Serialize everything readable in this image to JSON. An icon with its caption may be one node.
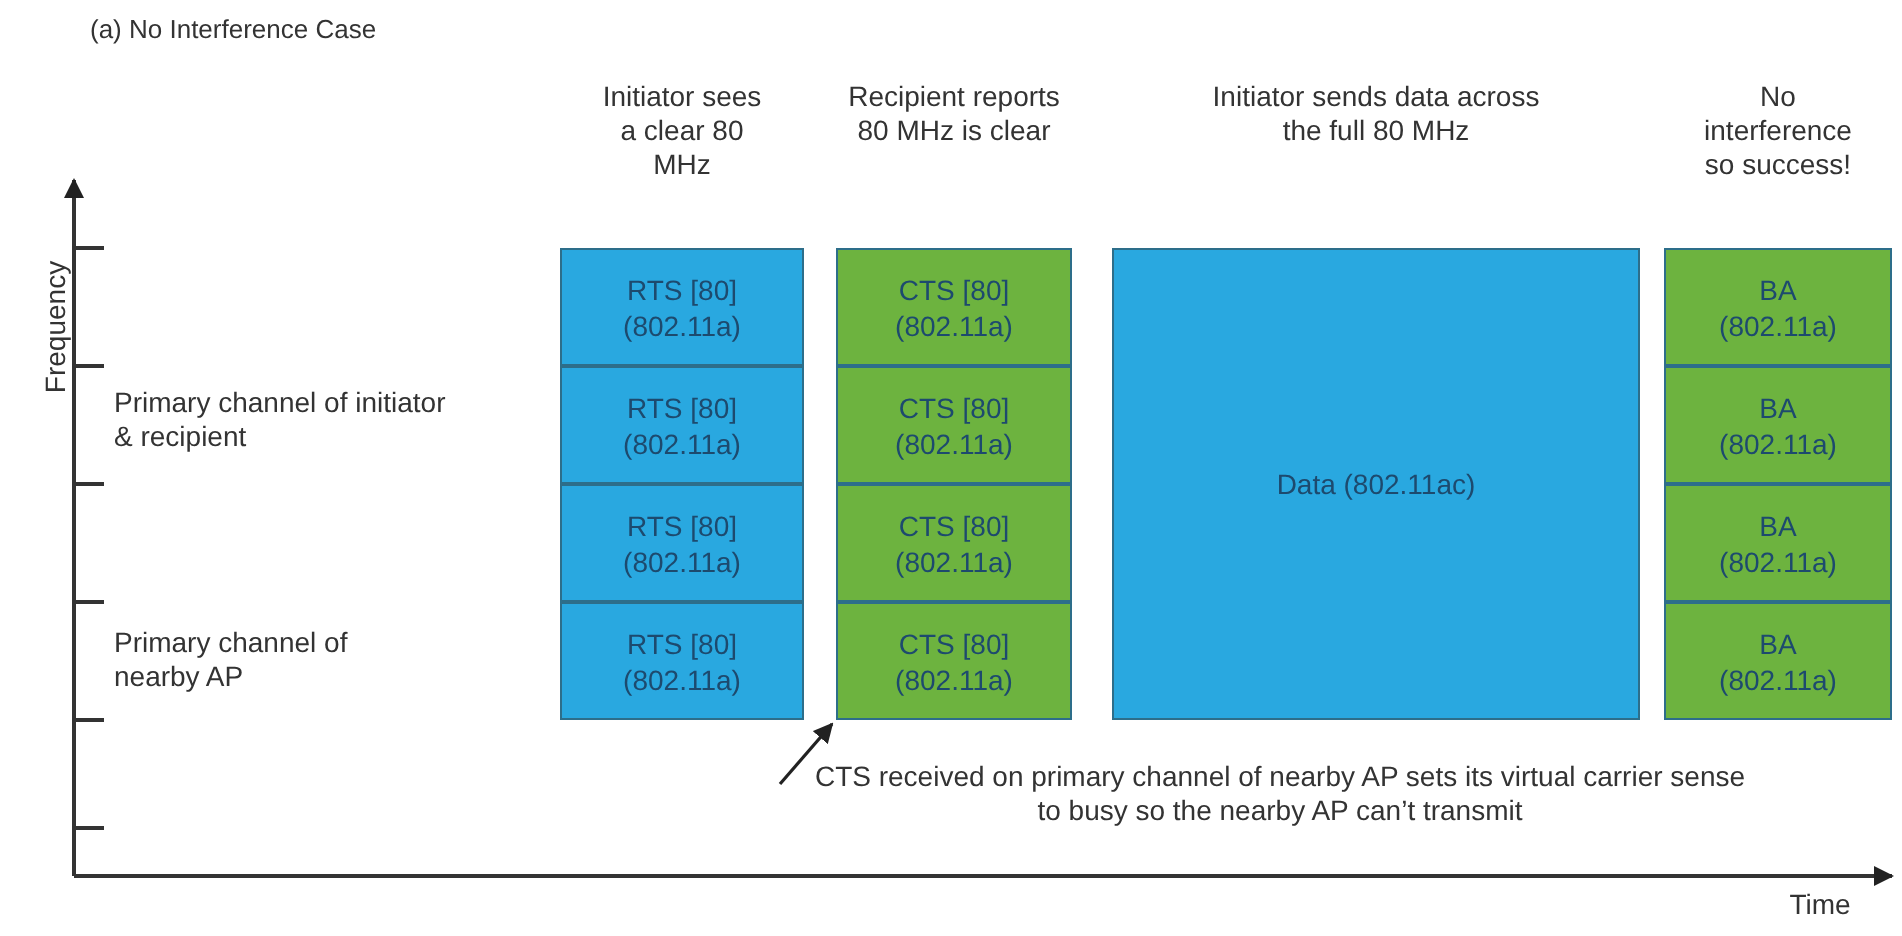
{
  "diagram": {
    "title": "(a) No Interference Case",
    "nodes": [
      {
        "text": [
          "RTS [80] (802.11a)"
        ]
      },
      {
        "text": [
          "RTS [80] (802.11a)"
        ]
      },
      {
        "text": [
          "RTS [80] (802.11a)"
        ]
      },
      {
        "text": [
          "RTS [80] (802.11a)"
        ]
      },
      {
        "text": [
          "CTS [80] (802.11a)"
        ]
      },
      {
        "text": [
          "CTS [80] (802.11a)"
        ]
      },
      {
        "text": [
          "CTS [80] (802.11a)"
        ]
      },
      {
        "text": [
          "CTS [80] (802.11a)"
        ]
      },
      {
        "text": [
          "Data (802.11ac)"
        ]
      },
      {
        "text": [
          "BA (802.11a)"
        ]
      },
      {
        "text": [
          "BA (802.11a)"
        ]
      },
      {
        "text": [
          "BA (802.11a)"
        ]
      },
      {
        "text": [
          "BA (802.11a)"
        ]
      },
      {
        "text": [
          "CTS received on primary channel of nearby AP sets its virtual carrier sense to busy so the nearby AP  can’t transmit"
        ]
      }
    ],
    "edges": [
      {
        "from": 13,
        "to": 7,
        "arrow": "to"
      }
    ],
    "labels": [
      "Initiator sees a clear 80 MHz",
      "Recipient reports 80 MHz is clear",
      "Initiator sends data across the full 80 MHz",
      "No interference so success!",
      "Frequency",
      "Primary channel of initiator & recipient",
      "Primary channel of nearby AP",
      "Time"
    ]
  }
}
